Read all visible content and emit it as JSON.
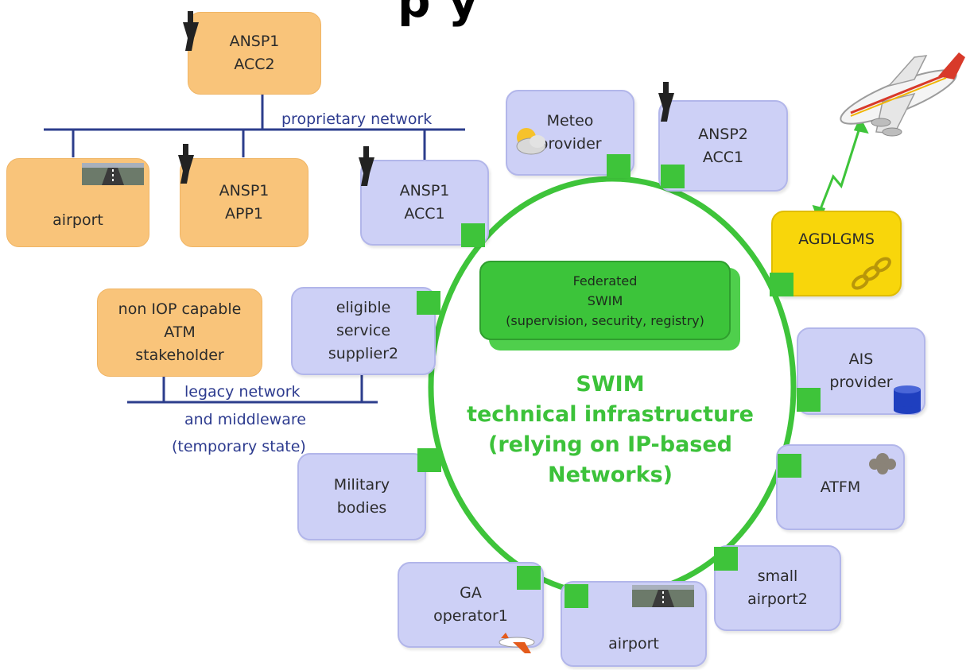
{
  "title_fragment": "p y",
  "boxes": {
    "ansp1_acc2": [
      "ANSP1",
      "ACC2"
    ],
    "airport_top": [
      "airport"
    ],
    "ansp1_app1": [
      "ANSP1",
      "APP1"
    ],
    "ansp1_acc1": [
      "ANSP1",
      "ACC1"
    ],
    "meteo": [
      "Meteo",
      "provider"
    ],
    "ansp2_acc1": [
      "ANSP2",
      "ACC1"
    ],
    "agdlgms": [
      "AGDLGMS"
    ],
    "non_iop": [
      "non IOP capable",
      "ATM",
      "stakeholder"
    ],
    "eligible": [
      "eligible",
      "service",
      "supplier2"
    ],
    "ais": [
      "AIS",
      "provider"
    ],
    "atfm": [
      "ATFM"
    ],
    "military": [
      "Military",
      "bodies"
    ],
    "small_airport": [
      "small",
      "airport2"
    ],
    "ga_operator": [
      "GA",
      "operator1"
    ],
    "airport_bottom": [
      "airport"
    ]
  },
  "networks": {
    "proprietary": "proprietary network",
    "legacy": [
      "legacy network",
      "and middleware",
      "(temporary state)"
    ]
  },
  "federated": [
    "Federated",
    "SWIM",
    "(supervision, security, registry)"
  ],
  "swim": [
    "SWIM",
    "technical infrastructure",
    "(relying on IP-based",
    "Networks)"
  ],
  "colors": {
    "ring": "#3ec43a",
    "connector": "#3ec43a",
    "network_line": "#2c3e8c",
    "orange_box": "#f9c47a",
    "lavender_box": "#cdd0f6",
    "yellow_box": "#f8d60b",
    "federated": "#3cc43a"
  }
}
